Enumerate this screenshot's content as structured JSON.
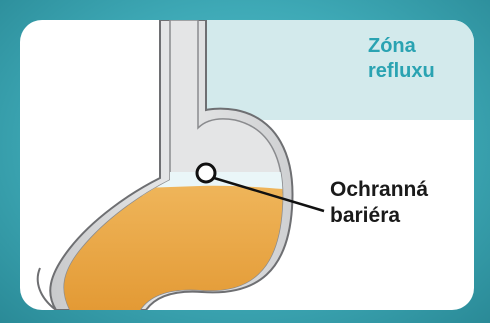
{
  "labels": {
    "reflux_zone": [
      "Zóna",
      "refluxu"
    ],
    "protective_barrier": [
      "Ochranná",
      "bariéra"
    ]
  },
  "colors": {
    "background": "#3ea9b6",
    "zone_panel": "#d3eaec",
    "zone_text": "#2aa3b2",
    "stomach_content": "#e7a645",
    "stomach_wall": "#d2d3d5",
    "barrier_layer": "#eaf6f8",
    "label_text": "#1a1a1a"
  },
  "icons": [
    "stomach-illustration",
    "esophagus-illustration",
    "barrier-marker-circle"
  ]
}
